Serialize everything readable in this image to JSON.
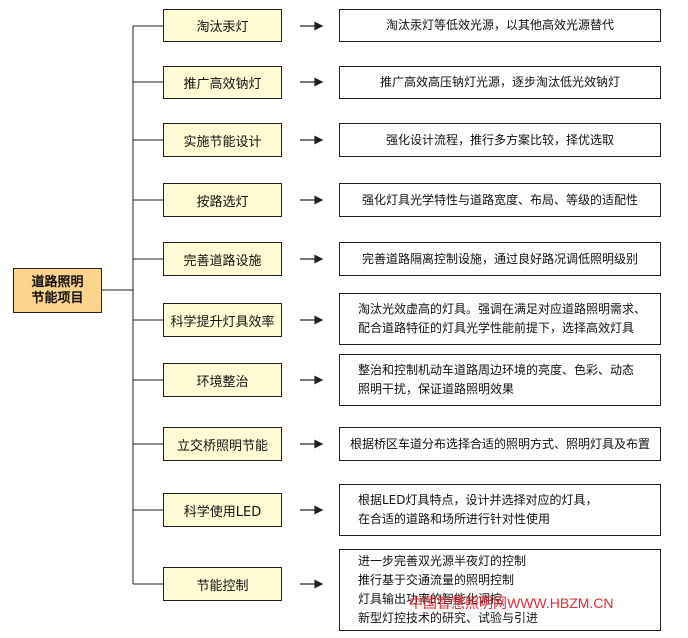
{
  "root": {
    "label": "道路照明\n节能项目"
  },
  "categories": [
    {
      "label": "淘汰汞灯",
      "desc": "淘汰汞灯等低效光源，以其他高效光源替代"
    },
    {
      "label": "推广高效钠灯",
      "desc": "推广高效高压钠灯光源，逐步淘汰低光效钠灯"
    },
    {
      "label": "实施节能设计",
      "desc": "强化设计流程，推行多方案比较，择优选取"
    },
    {
      "label": "按路选灯",
      "desc": "强化灯具光学特性与道路宽度、布局、等级的适配性"
    },
    {
      "label": "完善道路设施",
      "desc": "完善道路隔离控制设施，通过良好路况调低照明级别"
    },
    {
      "label": "科学提升灯具效率",
      "desc": "淘汰光效虚高的灯具。强调在满足对应道路照明需求、\n配合道路特征的灯具光学性能前提下，选择高效灯具"
    },
    {
      "label": "环境整治",
      "desc": "整治和控制机动车道路周边环境的亮度、色彩、动态\n照明干扰，保证道路照明效果"
    },
    {
      "label": "立交桥照明节能",
      "desc": "根据桥区车道分布选择合适的照明方式、照明灯具及布置"
    },
    {
      "label": "科学使用LED",
      "desc": "根据LED灯具特点，设计并选择对应的灯具，\n在合适的道路和场所进行针对性使用"
    },
    {
      "label": "节能控制",
      "desc": "进一步完善双光源半夜灯的控制\n推行基于交通流量的照明控制\n灯具输出功率的智能化调控\n新型灯控技术的研究、试验与引进"
    }
  ],
  "watermark": "中国智慧照明网WWW.HBZM.CN"
}
